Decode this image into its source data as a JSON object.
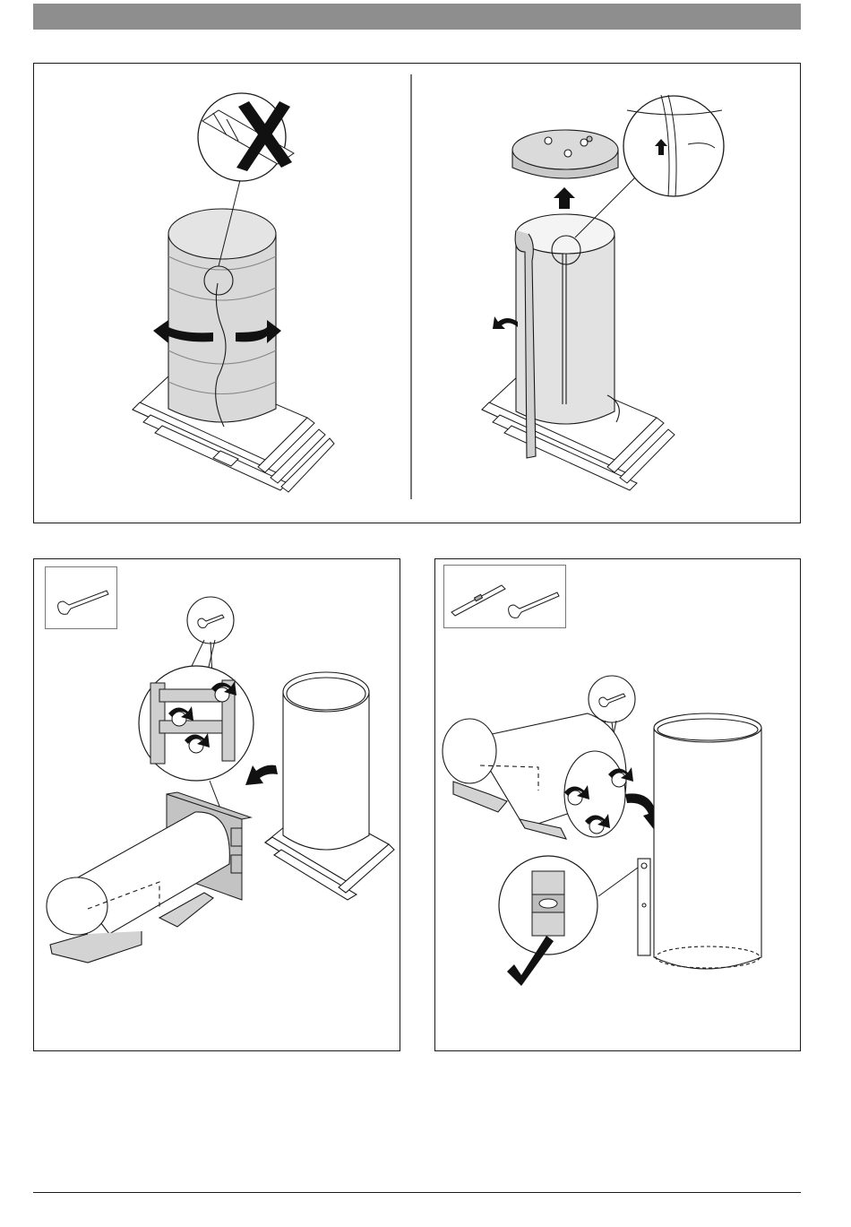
{
  "page": {
    "header": {
      "color": "#8e8e8e"
    },
    "footer": {
      "rule": true
    }
  },
  "figures": [
    {
      "id": "top-left",
      "icons": [
        "tape-strip-icon",
        "prohibited-cross-icon",
        "rotate-left-arrow-icon",
        "rotate-right-arrow-icon",
        "pallet-icon"
      ]
    },
    {
      "id": "top-right",
      "icons": [
        "lid-icon",
        "up-arrow-icon",
        "zipper-detail-icon",
        "peel-arrow-icon",
        "pallet-icon"
      ]
    },
    {
      "id": "bottom-left",
      "tools": [
        "wrench-icon"
      ],
      "icons": [
        "bolt-rotate-icon",
        "curved-arrow-icon",
        "tank-icon"
      ]
    },
    {
      "id": "bottom-right",
      "tools": [
        "spirit-level-icon",
        "wrench-icon"
      ],
      "icons": [
        "bolt-rotate-icon",
        "level-check-icon",
        "check-mark-icon"
      ]
    }
  ],
  "colors": {
    "line": "#1a1a1a",
    "fill_light": "#e6e6e6",
    "fill_mid": "#d4d4d4",
    "fill_dark": "#b9b9b9",
    "arrow": "#111111"
  }
}
